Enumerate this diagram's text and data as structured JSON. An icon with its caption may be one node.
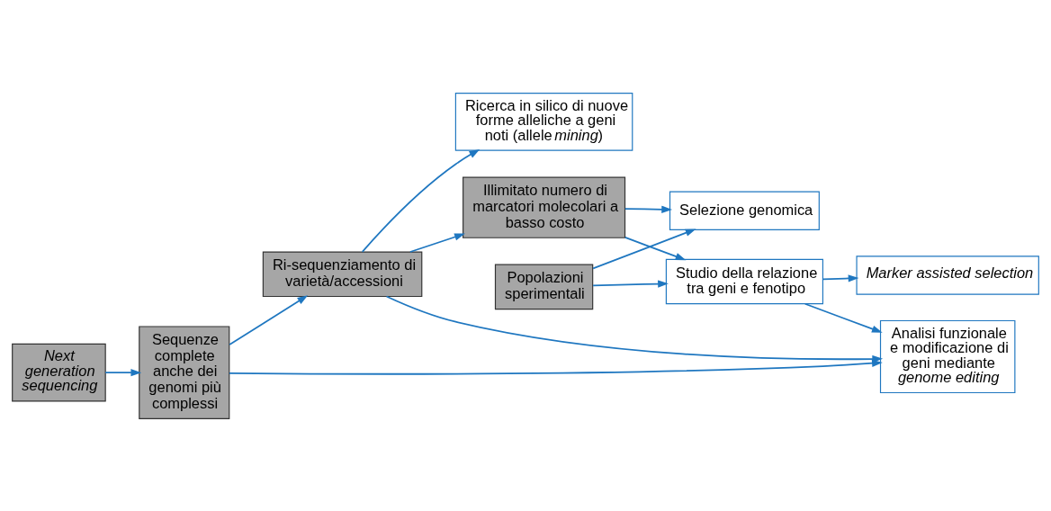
{
  "diagram": {
    "nodes": [
      {
        "text": [
          "Next generation sequencing"
        ]
      },
      {
        "text": [
          "Sequenze complete anche dei genomi più complessi"
        ]
      },
      {
        "text": [
          "Ricerca in silico di nuove forme alleliche a geni noti (allele *mining*)"
        ]
      },
      {
        "text": [
          "Ri-sequenziamento di varietà/accessioni"
        ]
      },
      {
        "text": [
          "Illimitato numero di marcatori molecolari a basso costo"
        ]
      },
      {
        "text": [
          "Selezione genomica"
        ]
      },
      {
        "text": [
          "Popolazioni sperimentali"
        ]
      },
      {
        "text": [
          "Studio della relazione tra geni e fenotipo"
        ]
      },
      {
        "text": [
          "Analisi funzionale e modificazione di geni mediante *genome editing*"
        ]
      },
      {
        "text": [
          "Marker assisted selection"
        ]
      }
    ],
    "edges": [
      {
        "from": 0,
        "to": 1,
        "arrow": "to"
      },
      {
        "from": 1,
        "to": 3,
        "arrow": "to"
      },
      {
        "from": 3,
        "to": 2,
        "arrow": "to"
      },
      {
        "from": 3,
        "to": 4,
        "arrow": "to"
      },
      {
        "from": 4,
        "to": 5,
        "arrow": "to"
      },
      {
        "from": 6,
        "to": 5,
        "arrow": "to"
      },
      {
        "from": 4,
        "to": 7,
        "arrow": "to"
      },
      {
        "from": 6,
        "to": 7,
        "arrow": "to"
      },
      {
        "from": 1,
        "to": 8,
        "arrow": "to"
      },
      {
        "from": 3,
        "to": 8,
        "arrow": "to"
      },
      {
        "from": 7,
        "to": 8,
        "arrow": "to"
      },
      {
        "from": 7,
        "to": 9,
        "arrow": "to"
      }
    ]
  }
}
